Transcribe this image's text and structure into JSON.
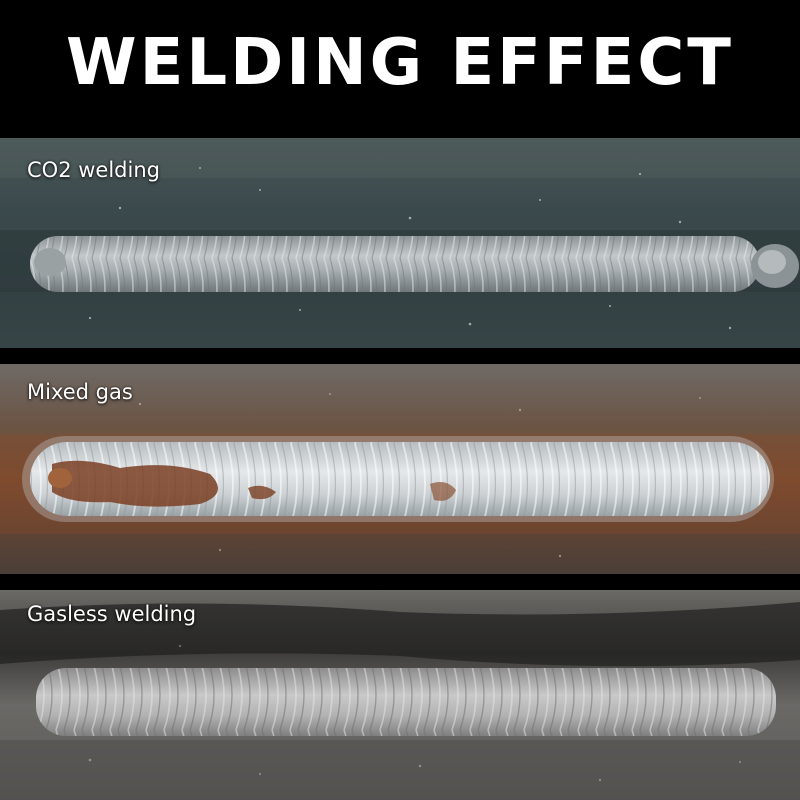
{
  "header": {
    "title": "WELDING EFFECT"
  },
  "panels": [
    {
      "label": "CO2 welding"
    },
    {
      "label": "Mixed gas"
    },
    {
      "label": "Gasless welding"
    }
  ],
  "colors": {
    "background": "#000000",
    "co2_plate": "#3b4a4e",
    "mixed_plate": "#6a4a36",
    "gasless_plate": "#5e5e5c",
    "bead_silver": "#c9ccce",
    "rust": "#8a4a2a"
  }
}
